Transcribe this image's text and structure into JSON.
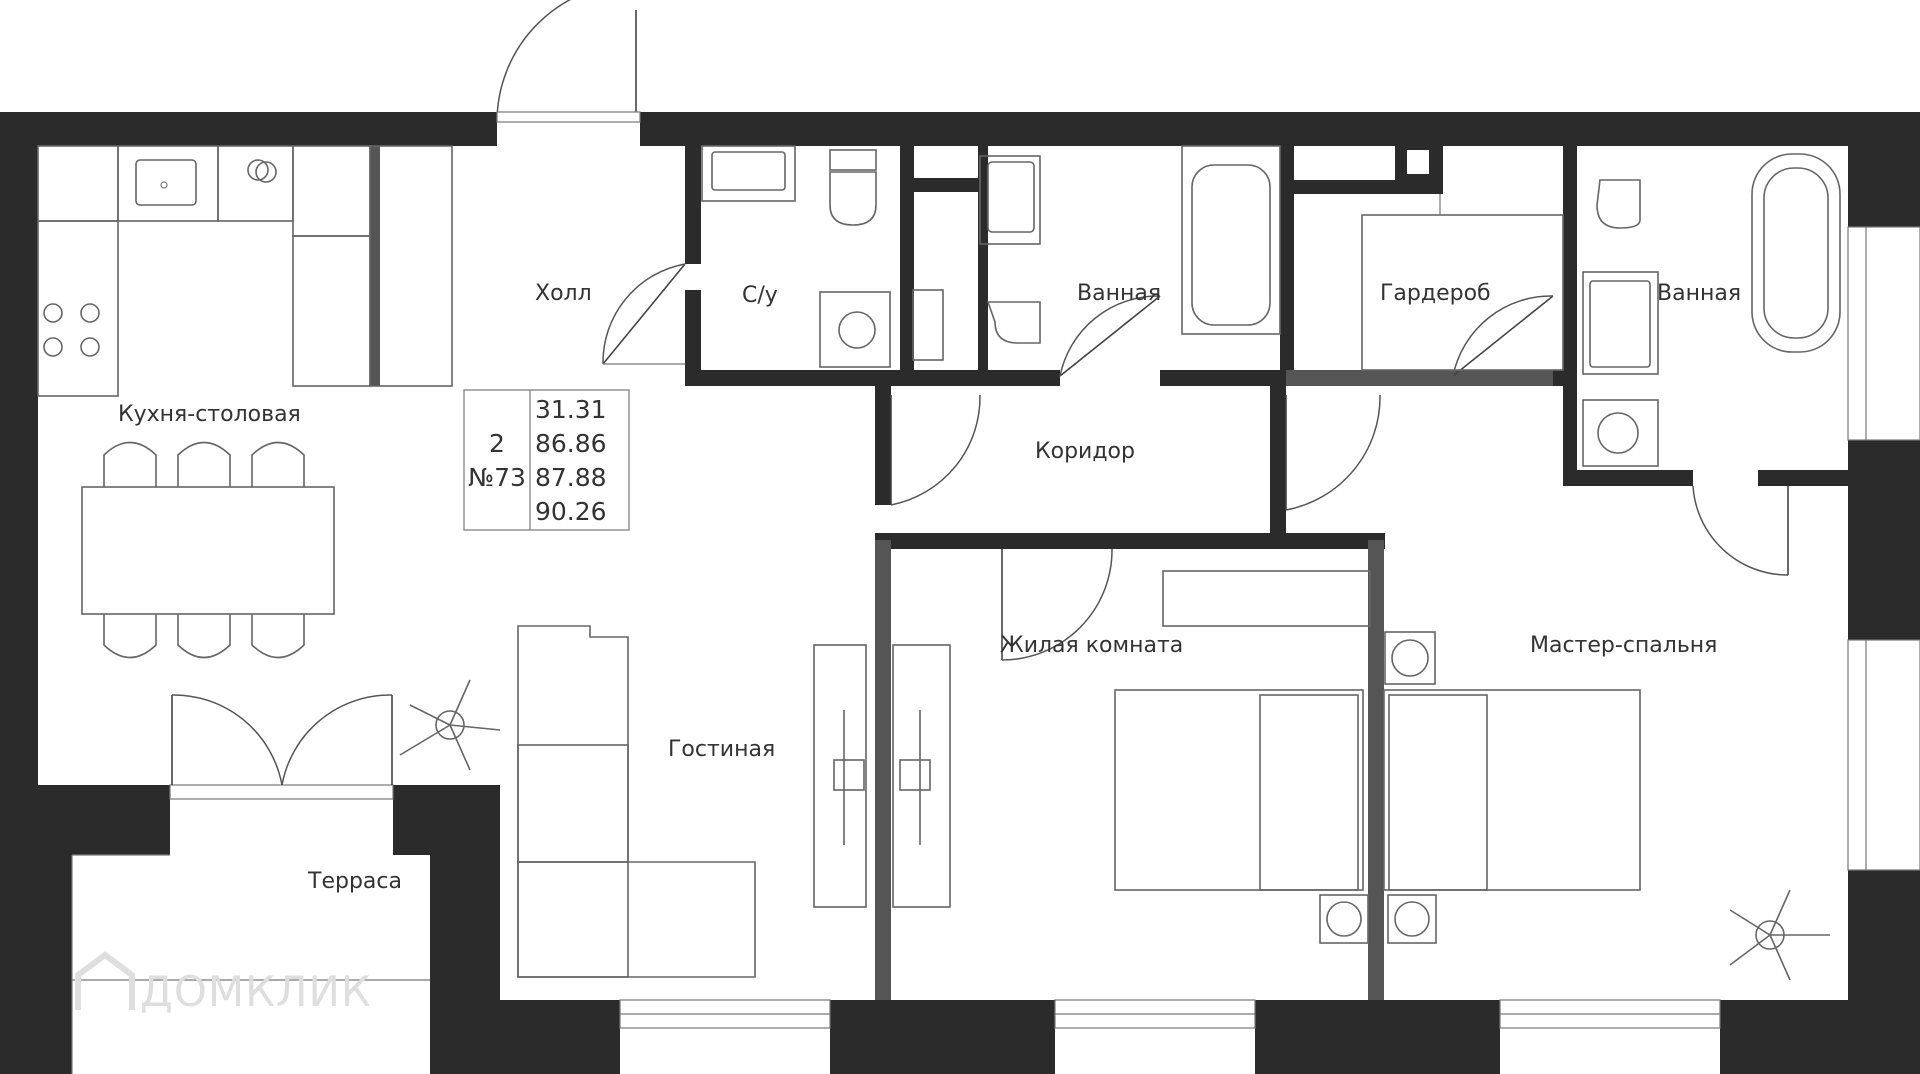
{
  "rooms": {
    "kitchen": "Кухня-столовая",
    "hall": "Холл",
    "wc": "С/у",
    "bathroom_1": "Ванная",
    "wardrobe": "Гардероб",
    "bathroom_2": "Ванная",
    "corridor": "Коридор",
    "living_room": "Жилая комната",
    "master_bedroom": "Мастер-спальня",
    "lounge": "Гостиная",
    "terrace": "Терраса"
  },
  "apartment_info": {
    "rooms_count": "2",
    "number": "№73",
    "area_1": "31.31",
    "area_2": "86.86",
    "area_3": "87.88",
    "area_4": "90.26"
  },
  "watermark": "ДОМКЛИК"
}
